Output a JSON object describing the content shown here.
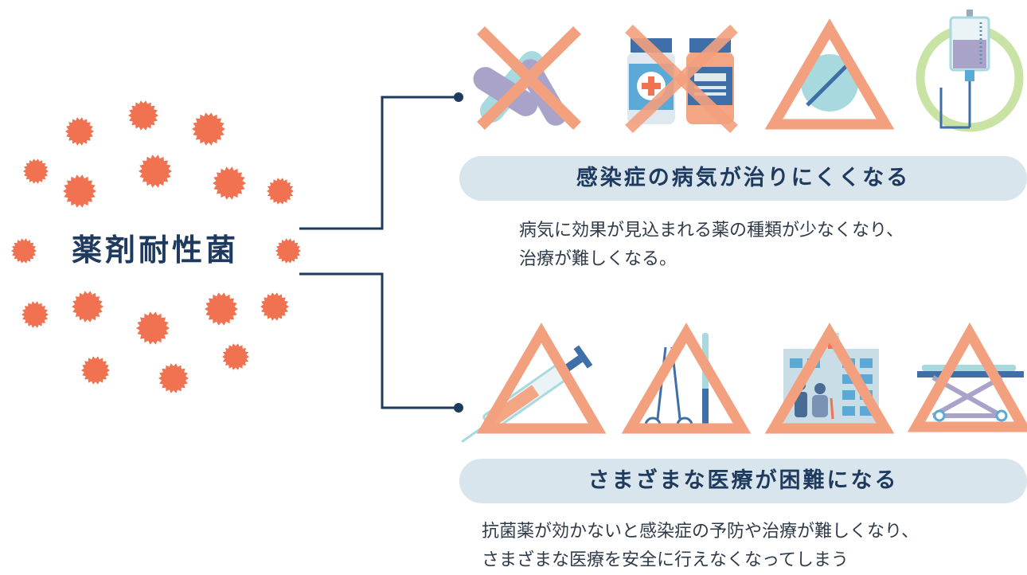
{
  "center": {
    "label": "薬剤耐性菌"
  },
  "branch_top": {
    "heading": "感染症の病気が治りにくくなる",
    "description_lines": [
      "病気に効果が見込まれる薬の種類が少なくなり、",
      "治療が難しくなる。"
    ],
    "icons": [
      "pills-crossed-icon",
      "medicine-bottles-crossed-icon",
      "tablet-warning-icon",
      "iv-drip-icon"
    ]
  },
  "branch_bottom": {
    "heading": "さまざまな医療が困難になる",
    "description_lines": [
      "抗菌薬が効かないと感染症の予防や治療が難しくなり、",
      "さまざまな医療を安全に行えなくなってしまう"
    ],
    "icons": [
      "syringe-warning-icon",
      "surgical-tools-warning-icon",
      "hospital-elderly-warning-icon",
      "stretcher-warning-icon"
    ]
  },
  "colors": {
    "accent": "#f07250",
    "warning": "#f3a07f",
    "navy": "#1f3a5f",
    "pill_bg": "#d8e5ec"
  }
}
